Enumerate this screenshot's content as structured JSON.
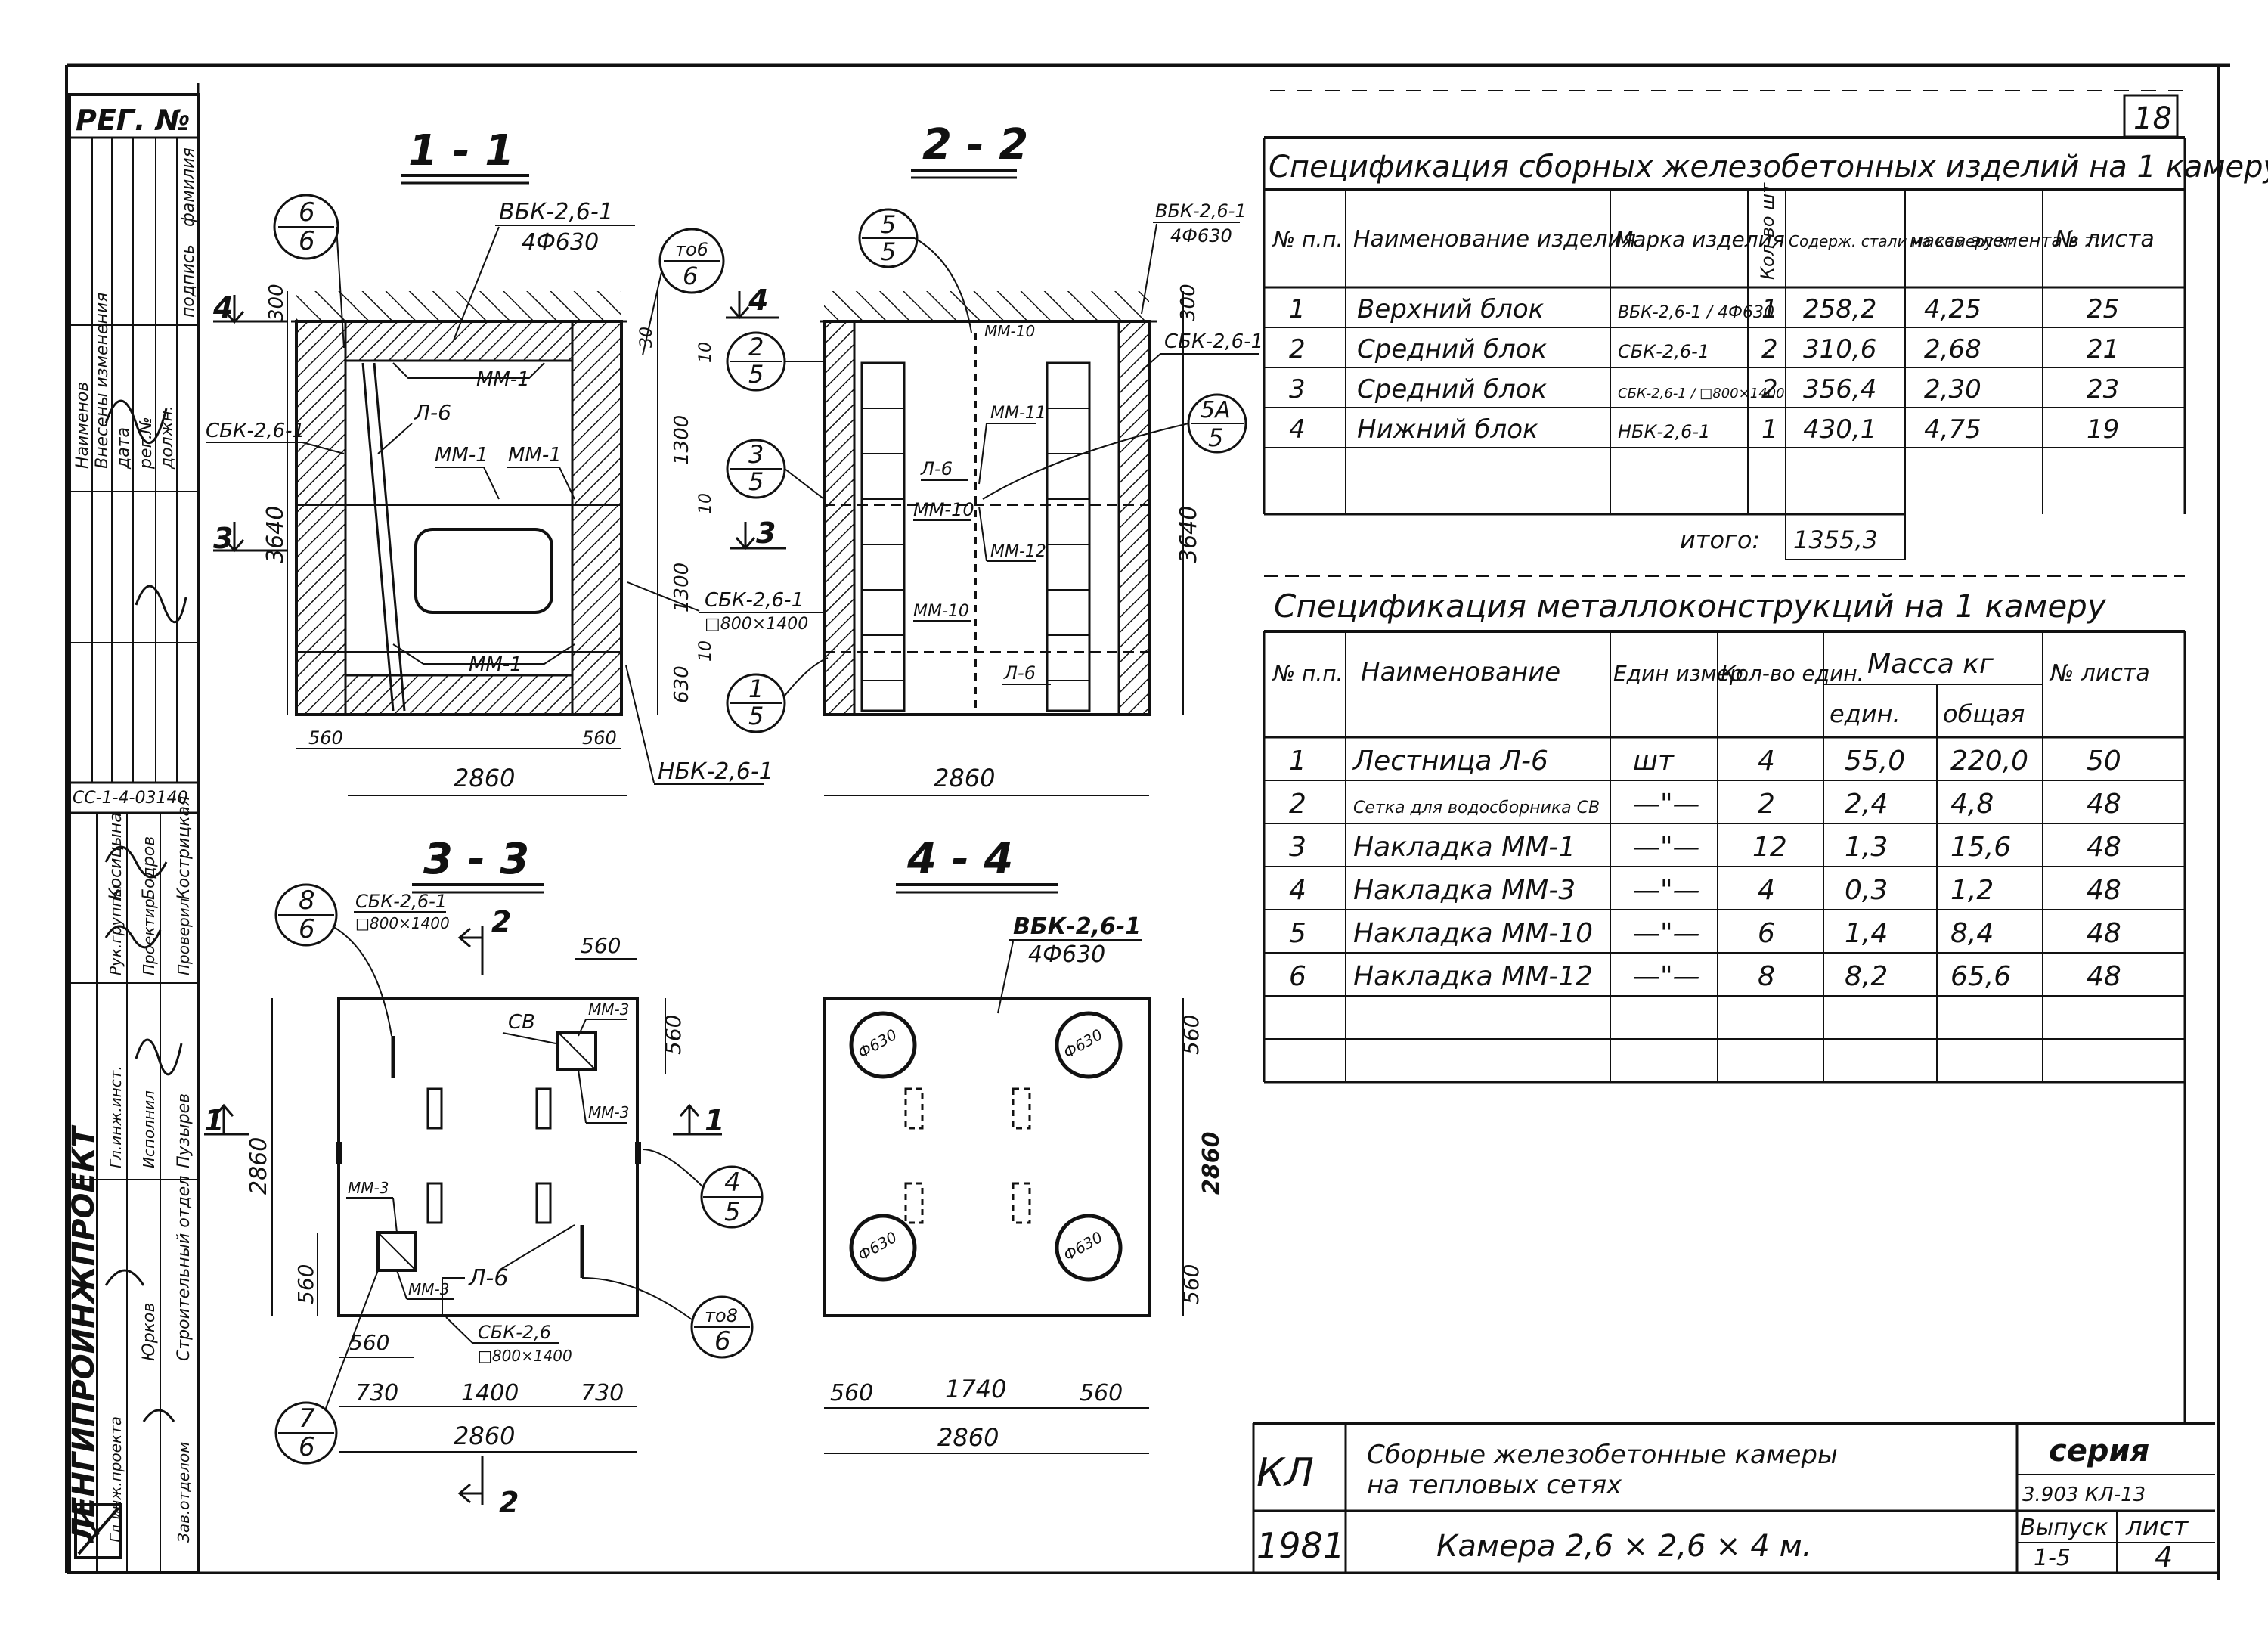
{
  "sheet_number": "18",
  "reg_label": "РЕГ. №",
  "sheet_code": "СС-1-4-03140",
  "left_stamp": {
    "org": "ЛЕНГИПРОИНЖПРОЕКТ",
    "changes": [
      "Наименов",
      "Внесены изменения",
      "дата",
      "рег.№",
      "должн.",
      "подпись",
      "фамилия"
    ],
    "roles": [
      "Гл.инж.инст.",
      "Рук.группы",
      "Проектир.",
      "Исполнил",
      "Проверил",
      "Гл.инж.проекта",
      "Зав.отделом"
    ],
    "names": [
      "Юрков",
      "Строительный отдел",
      "Пузырев",
      "Кострицкая",
      "Бодров",
      "Косицына"
    ]
  },
  "views": {
    "v11": {
      "title": "1 - 1",
      "bbk": "ВБК-2,6-1",
      "bbk_sub": "4Ф630",
      "cbk_left": "СБК-2,6-1",
      "ladder": "Л-6",
      "mm1_top": "ММ-1",
      "mm1_a": "ММ-1",
      "mm1_b": "ММ-1",
      "mm1_low": "ММ-1",
      "cbk_open": "СБК-2,6-1",
      "cbk_open_sub": "□800×1400",
      "nbk": "НБК-2,6-1",
      "dim_total_h": "3640",
      "dim_300": "300",
      "dim_1300a": "1300",
      "dim_1300b": "1300",
      "dim_630": "630",
      "dim_10a": "10",
      "dim_10b": "10",
      "dim_10c": "10",
      "dim_30": "30",
      "dim_560a": "560",
      "dim_560b": "560",
      "dim_width": "2860",
      "cut3": "3",
      "cut4": "4",
      "c_6_6": [
        "6",
        "6"
      ],
      "c_mo6_6": [
        "то6",
        "6"
      ]
    },
    "v22": {
      "title": "2 - 2",
      "bbk": "ВБК-2,6-1",
      "bbk_sub": "4Ф630",
      "cbk": "СБК-2,6-1",
      "mm10a": "ММ-10",
      "mm10b": "ММ-10",
      "mm10c": "ММ-10",
      "mm11": "ММ-11",
      "mm12": "ММ-12",
      "ladder_a": "Л-6",
      "ladder_b": "Л-6",
      "dim_total_h": "3640",
      "dim_300": "300",
      "dim_width": "2860",
      "cut3": "3",
      "cut4": "4",
      "c_5_5": [
        "5",
        "5"
      ],
      "c_2_5": [
        "2",
        "5"
      ],
      "c_3_5": [
        "3",
        "5"
      ],
      "c_1_5": [
        "1",
        "5"
      ],
      "c_5a_5": [
        "5А",
        "5"
      ]
    },
    "v33": {
      "title": "3 - 3",
      "cbk_top": "СБК-2,6-1",
      "cbk_top_sub": "□800×1400",
      "cb": "СВ",
      "mm3a": "ММ-3",
      "mm3b": "ММ-3",
      "mm3c": "ММ-3",
      "mm3d": "ММ-3",
      "ladder": "Л-6",
      "cbk_bot": "СБК-2,6",
      "cbk_bot_sub": "□800×1400",
      "dim_560top": "560",
      "dim_560r": "560",
      "dim_560l": "560",
      "dim_2860v": "2860",
      "dim_560b": "560",
      "dim_730a": "730",
      "dim_1400": "1400",
      "dim_730b": "730",
      "dim_2860": "2860",
      "cut1a": "1",
      "cut1b": "1",
      "cut2a": "2",
      "cut2b": "2",
      "c_8_6": [
        "8",
        "6"
      ],
      "c_4_5": [
        "4",
        "5"
      ],
      "c_mo8_6": [
        "то8",
        "6"
      ],
      "c_7_6": [
        "7",
        "6"
      ]
    },
    "v44": {
      "title": "4 - 4",
      "bbk": "ВБК-2,6-1",
      "bbk_sub": "4Ф630",
      "hole": "Ф630",
      "dim_560t": "560",
      "dim_2860v": "2860",
      "dim_560bv": "560",
      "dim_560a": "560",
      "dim_1740": "1740",
      "dim_560b": "560",
      "dim_2860": "2860"
    }
  },
  "spec_rc": {
    "title": "Спецификация сборных железобетонных изделий на 1 камеру",
    "headers": [
      "№ п.п.",
      "Наименование изделия",
      "Марка изделия",
      "Кол-во шт",
      "Содерж. стали на камеру кг",
      "масса элемента в т.",
      "№ листа"
    ],
    "rows": [
      [
        "1",
        "Верхний блок",
        "ВБК-2,6-1 / 4Ф630",
        "1",
        "258,2",
        "4,25",
        "25"
      ],
      [
        "2",
        "Средний блок",
        "СБК-2,6-1",
        "2",
        "310,6",
        "2,68",
        "21"
      ],
      [
        "3",
        "Средний блок",
        "СБК-2,6-1 / □800×1400",
        "2",
        "356,4",
        "2,30",
        "23"
      ],
      [
        "4",
        "Нижний блок",
        "НБК-2,6-1",
        "1",
        "430,1",
        "4,75",
        "19"
      ]
    ],
    "total_label": "итого:",
    "total_value": "1355,3"
  },
  "spec_metal": {
    "title": "Спецификация металлоконструкций на 1 камеру",
    "headers": [
      "№ п.п.",
      "Наименование",
      "Един измер.",
      "Кол-во един.",
      "Масса кг",
      "един.",
      "общая",
      "№ листа"
    ],
    "rows": [
      [
        "1",
        "Лестница Л-6",
        "шт",
        "4",
        "55,0",
        "220,0",
        "50"
      ],
      [
        "2",
        "Сетка для водосборника СВ",
        "—\"—",
        "2",
        "2,4",
        "4,8",
        "48"
      ],
      [
        "3",
        "Накладка ММ-1",
        "—\"—",
        "12",
        "1,3",
        "15,6",
        "48"
      ],
      [
        "4",
        "Накладка ММ-3",
        "—\"—",
        "4",
        "0,3",
        "1,2",
        "48"
      ],
      [
        "5",
        "Накладка ММ-10",
        "—\"—",
        "6",
        "1,4",
        "8,4",
        "48"
      ],
      [
        "6",
        "Накладка ММ-12",
        "—\"—",
        "8",
        "8,2",
        "65,6",
        "48"
      ]
    ]
  },
  "title_block": {
    "code": "КЛ",
    "year": "1981",
    "title1": "Сборные железобетонные камеры",
    "title2": "на тепловых сетях",
    "subtitle": "Камера 2,6 × 2,6 × 4 м.",
    "series_label": "серия",
    "series_value": "3.903 КЛ-13",
    "issue_label": "Выпуск",
    "issue_value": "1-5",
    "list_label": "лист",
    "list_value": "4"
  }
}
